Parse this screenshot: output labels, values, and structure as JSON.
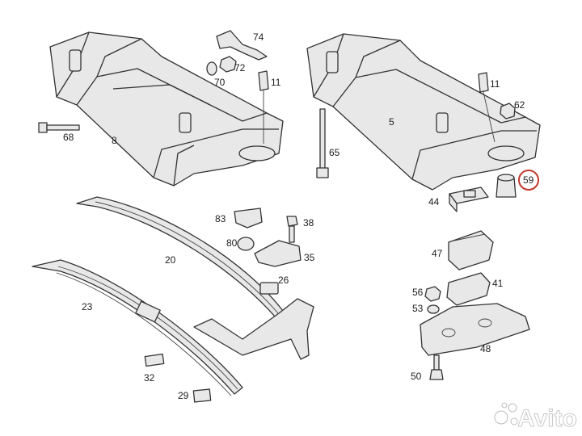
{
  "callouts": [
    {
      "id": "p74",
      "text": "74"
    },
    {
      "id": "p72",
      "text": "72"
    },
    {
      "id": "p70",
      "text": "70"
    },
    {
      "id": "p11a",
      "text": "11"
    },
    {
      "id": "p68",
      "text": "68"
    },
    {
      "id": "p8",
      "text": "8"
    },
    {
      "id": "p65",
      "text": "65"
    },
    {
      "id": "p11b",
      "text": "11"
    },
    {
      "id": "p62",
      "text": "62"
    },
    {
      "id": "p5",
      "text": "5"
    },
    {
      "id": "p59",
      "text": "59",
      "highlight": true
    },
    {
      "id": "p44",
      "text": "44"
    },
    {
      "id": "p83",
      "text": "83"
    },
    {
      "id": "p38",
      "text": "38"
    },
    {
      "id": "p80",
      "text": "80"
    },
    {
      "id": "p35",
      "text": "35"
    },
    {
      "id": "p20",
      "text": "20"
    },
    {
      "id": "p47",
      "text": "47"
    },
    {
      "id": "p26",
      "text": "26"
    },
    {
      "id": "p56",
      "text": "56"
    },
    {
      "id": "p41",
      "text": "41"
    },
    {
      "id": "p23",
      "text": "23"
    },
    {
      "id": "p53",
      "text": "53"
    },
    {
      "id": "p48",
      "text": "48"
    },
    {
      "id": "p32",
      "text": "32"
    },
    {
      "id": "p50",
      "text": "50"
    },
    {
      "id": "p29",
      "text": "29"
    }
  ],
  "highlight_color": "#c0392b",
  "watermark": {
    "text": "Avito",
    "icon": "avito-logo-icon"
  }
}
